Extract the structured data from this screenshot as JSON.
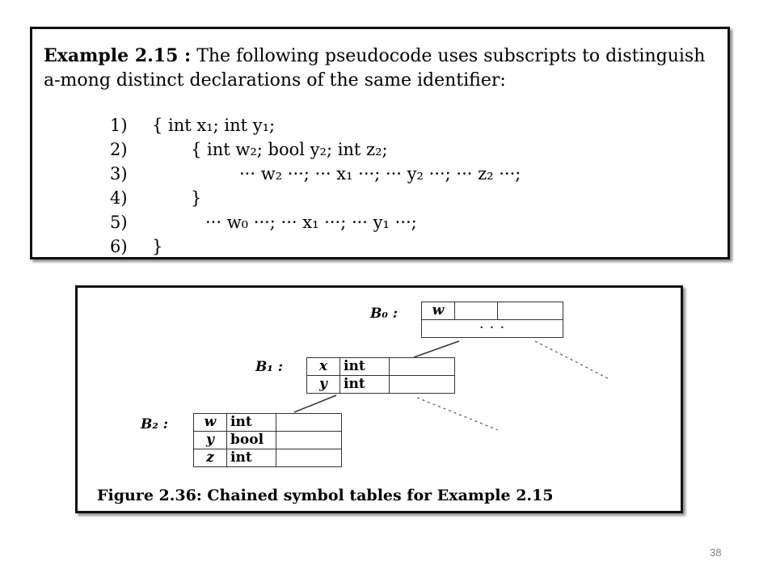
{
  "example": {
    "label": "Example 2.15 :",
    "text": "The following pseudocode uses subscripts to distinguish a-mong distinct declarations of the same identifier:"
  },
  "code": [
    {
      "num": "1)",
      "text": "{   int x₁;  int y₁;"
    },
    {
      "num": "2)",
      "text": "{   int w₂;  bool y₂;  int z₂;"
    },
    {
      "num": "3)",
      "text": "··· w₂ ···;  ··· x₁ ···;  ··· y₂ ···;  ··· z₂ ···;"
    },
    {
      "num": "4)",
      "text": "}"
    },
    {
      "num": "5)",
      "text": "··· w₀ ···;  ··· x₁ ···;  ··· y₁ ···;"
    },
    {
      "num": "6)",
      "text": "}"
    }
  ],
  "figure": {
    "tables": {
      "b0": {
        "label": "B₀ :",
        "rows": [
          {
            "name": "w",
            "type": ""
          }
        ],
        "more": "· · ·"
      },
      "b1": {
        "label": "B₁ :",
        "rows": [
          {
            "name": "x",
            "type": "int"
          },
          {
            "name": "y",
            "type": "int"
          }
        ]
      },
      "b2": {
        "label": "B₂ :",
        "rows": [
          {
            "name": "w",
            "type": "int"
          },
          {
            "name": "y",
            "type": "bool"
          },
          {
            "name": "z",
            "type": "int"
          }
        ]
      }
    },
    "caption": "Figure 2.36: Chained symbol tables for Example 2.15"
  },
  "page_number": "38"
}
